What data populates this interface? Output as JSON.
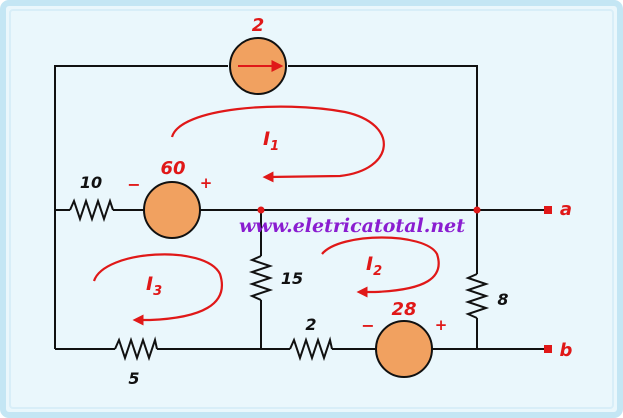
{
  "colors": {
    "background": "#eaf7fc",
    "frame": "#c4e6f4",
    "wire": "#111111",
    "accent": "#e01818",
    "source_fill": "#f1a160",
    "watermark": "#8a1dd0"
  },
  "labels": {
    "current_source": "2",
    "v60": "60",
    "v28": "28",
    "r10": "10",
    "r15": "15",
    "r8": "8",
    "r5": "5",
    "r2": "2",
    "terminal_a": "a",
    "terminal_b": "b",
    "minus": "−",
    "plus": "+",
    "watermark": "www.eletricatotal.net"
  },
  "mesh_currents": {
    "i1": {
      "base": "I",
      "sub": "1"
    },
    "i2": {
      "base": "I",
      "sub": "2"
    },
    "i3": {
      "base": "I",
      "sub": "3"
    }
  }
}
